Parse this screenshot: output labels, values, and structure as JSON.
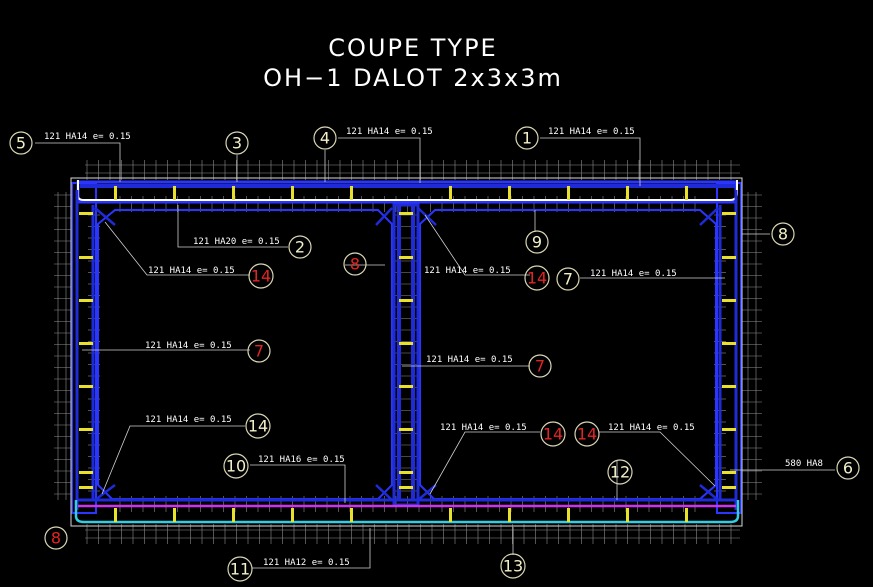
{
  "title": {
    "line1": "COUPE TYPE",
    "line2": "OH−1  DALOT  2x3x3m"
  },
  "colors": {
    "background": "#000000",
    "outer_wall": "#1f2bd6",
    "wall_edge": "#2a35ff",
    "slab_top_white": "#ffffff",
    "magenta_bar": "#cc33ee",
    "cyan_bar": "#33cce0",
    "spacers": "#e8e02a",
    "grid_bars": "#9a9a9a",
    "marker_yellow": "#f3f0c8",
    "marker_red": "#e32424"
  },
  "labels": [
    {
      "id": "l5",
      "text": "121 HA14    e= 0.15"
    },
    {
      "id": "l4",
      "text": "121 HA14    e= 0.15"
    },
    {
      "id": "l1",
      "text": "121 HA14    e= 0.15"
    },
    {
      "id": "l2",
      "text": "121 HA20    e= 0.15"
    },
    {
      "id": "l14a",
      "text": "121 HA14    e= 0.15"
    },
    {
      "id": "l14b",
      "text": "121 HA14    e= 0.15"
    },
    {
      "id": "l7a",
      "text": "121 HA14    e= 0.15"
    },
    {
      "id": "l7b",
      "text": "121 HA14    e= 0.15"
    },
    {
      "id": "l7c",
      "text": "121 HA14    e= 0.15"
    },
    {
      "id": "l14c",
      "text": "121 HA14    e= 0.15"
    },
    {
      "id": "l14d",
      "text": "121 HA14    e= 0.15"
    },
    {
      "id": "l14e",
      "text": "121 HA14    e= 0.15"
    },
    {
      "id": "l10",
      "text": "121 HA16    e= 0.15"
    },
    {
      "id": "l6",
      "text": "580 HA8"
    },
    {
      "id": "l11",
      "text": "121 HA12    e= 0.15"
    }
  ],
  "markers": [
    {
      "id": "m5",
      "num": "5",
      "color": "yellow"
    },
    {
      "id": "m3",
      "num": "3",
      "color": "yellow"
    },
    {
      "id": "m4",
      "num": "4",
      "color": "yellow"
    },
    {
      "id": "m1",
      "num": "1",
      "color": "yellow"
    },
    {
      "id": "m8r",
      "num": "8",
      "color": "yellow"
    },
    {
      "id": "m2",
      "num": "2",
      "color": "yellow"
    },
    {
      "id": "m9",
      "num": "9",
      "color": "yellow"
    },
    {
      "id": "m8m",
      "num": "8",
      "color": "red"
    },
    {
      "id": "m14a",
      "num": "14",
      "color": "red"
    },
    {
      "id": "m14b",
      "num": "14",
      "color": "red"
    },
    {
      "id": "m7a",
      "num": "7",
      "color": "yellow"
    },
    {
      "id": "m7b",
      "num": "7",
      "color": "red"
    },
    {
      "id": "m7c",
      "num": "7",
      "color": "red"
    },
    {
      "id": "m14c",
      "num": "14",
      "color": "yellow"
    },
    {
      "id": "m14d",
      "num": "14",
      "color": "red"
    },
    {
      "id": "m14e",
      "num": "14",
      "color": "red"
    },
    {
      "id": "m10",
      "num": "10",
      "color": "yellow"
    },
    {
      "id": "m12",
      "num": "12",
      "color": "yellow"
    },
    {
      "id": "m6",
      "num": "6",
      "color": "yellow"
    },
    {
      "id": "m8l",
      "num": "8",
      "color": "red"
    },
    {
      "id": "m11",
      "num": "11",
      "color": "yellow"
    },
    {
      "id": "m13",
      "num": "13",
      "color": "yellow"
    }
  ]
}
